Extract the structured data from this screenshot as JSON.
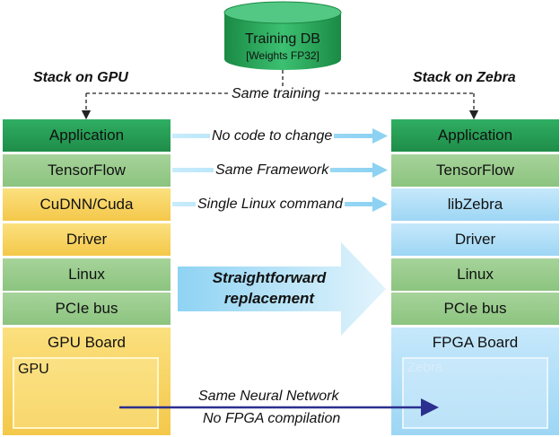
{
  "db": {
    "title": "Training DB",
    "subtitle": "[Weights FP32]"
  },
  "left_title": "Stack on GPU",
  "right_title": "Stack on Zebra",
  "same_training": "Same training",
  "left_stack": [
    "Application",
    "TensorFlow",
    "CuDNN/Cuda",
    "Driver",
    "Linux",
    "PCIe bus",
    "GPU Board"
  ],
  "right_stack": [
    "Application",
    "TensorFlow",
    "libZebra",
    "Driver",
    "Linux",
    "PCIe bus",
    "FPGA Board"
  ],
  "middle": {
    "no_code": "No code to change",
    "same_framework": "Same Framework",
    "single_cmd": "Single Linux command",
    "replacement_line1": "Straightforward",
    "replacement_line2": "replacement",
    "nn_line1": "Same Neural Network",
    "nn_line2": "No FPGA compilation"
  },
  "gpu_chip_label": "GPU",
  "zebra_chip_label": "Zebra",
  "colors": {
    "application": "#23994f",
    "framework": "#9bcd8e",
    "gpu_yellow": "#f6cf5c",
    "zebra_blue": "#aedef7",
    "arrow_blue": "#9fd9f4",
    "nn_line": "#2b2f8f"
  }
}
